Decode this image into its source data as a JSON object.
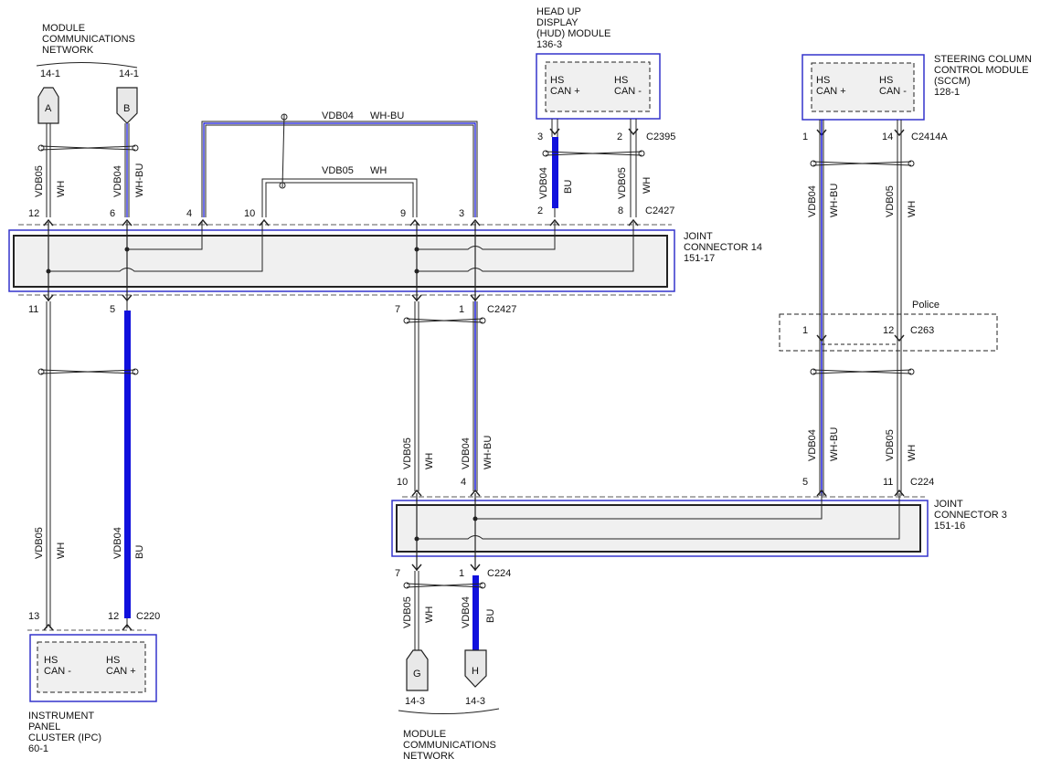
{
  "colors": {
    "blue": "#1010dd",
    "outline_blue": "#3333cc",
    "wire": "#222222",
    "connector_fill": "#f0f0f0"
  },
  "networks": {
    "top": {
      "title_lines": [
        "MODULE",
        "COMMUNICATIONS",
        "NETWORK"
      ],
      "left_ref": "14-1",
      "right_ref": "14-1",
      "connector_a": "A",
      "connector_b": "B"
    },
    "bottom": {
      "title_lines": [
        "MODULE",
        "COMMUNICATIONS",
        "NETWORK"
      ],
      "left_ref": "14-3",
      "right_ref": "14-3",
      "connector_g": "G",
      "connector_h": "H"
    }
  },
  "modules": {
    "hud": {
      "title_lines": [
        "HEAD UP",
        "DISPLAY",
        "(HUD) MODULE",
        "136-3"
      ],
      "pin_left": [
        "HS",
        "CAN +"
      ],
      "pin_right": [
        "HS",
        "CAN -"
      ]
    },
    "sccm": {
      "title_lines": [
        "STEERING COLUMN",
        "CONTROL MODULE",
        "(SCCM)",
        "128-1"
      ],
      "pin_left": [
        "HS",
        "CAN +"
      ],
      "pin_right": [
        "HS",
        "CAN -"
      ]
    },
    "ipc": {
      "title_lines": [
        "INSTRUMENT",
        "PANEL",
        "CLUSTER (IPC)",
        "60-1"
      ],
      "pin_left": [
        "HS",
        "CAN -"
      ],
      "pin_right": [
        "HS",
        "CAN +"
      ]
    }
  },
  "joint_connectors": {
    "jc14": {
      "title_lines": [
        "JOINT",
        "CONNECTOR 14",
        "151-17"
      ]
    },
    "jc3": {
      "title_lines": [
        "JOINT",
        "CONNECTOR 3",
        "151-16"
      ]
    }
  },
  "police_block": {
    "label": "Police",
    "pin_left": "1",
    "pin_right": "12",
    "connector": "C263"
  },
  "connectors": {
    "c2395": "C2395",
    "c2427_top": "C2427",
    "c2427_bottom": "C2427",
    "c2414a": "C2414A",
    "c224_top": "C224",
    "c224_bottom": "C224",
    "c220": "C220"
  },
  "pins": {
    "jc14_top": [
      "12",
      "6",
      "4",
      "10",
      "9",
      "3",
      "2",
      "8"
    ],
    "jc14_bottom": [
      "11",
      "5",
      "7",
      "1"
    ],
    "hud": [
      "3",
      "2"
    ],
    "sccm": [
      "1",
      "14"
    ],
    "jc3_top": [
      "10",
      "4",
      "5",
      "11"
    ],
    "jc3_bottom": [
      "7",
      "1"
    ],
    "ipc": [
      "13",
      "12"
    ]
  },
  "loop_wires": {
    "vdb04": {
      "circuit": "VDB04",
      "color": "WH-BU"
    },
    "vdb05": {
      "circuit": "VDB05",
      "color": "WH"
    }
  },
  "wire_labels": {
    "a_top": {
      "circuit": "VDB05",
      "color": "WH"
    },
    "b_top": {
      "circuit": "VDB04",
      "color": "WH-BU"
    },
    "hud_left": {
      "circuit": "VDB04",
      "color": "BU"
    },
    "hud_right": {
      "circuit": "VDB05",
      "color": "WH"
    },
    "sccm_left_top": {
      "circuit": "VDB04",
      "color": "WH-BU"
    },
    "sccm_right_top": {
      "circuit": "VDB05",
      "color": "WH"
    },
    "ipc_left": {
      "circuit": "VDB05",
      "color": "WH"
    },
    "ipc_right": {
      "circuit": "VDB04",
      "color": "BU"
    },
    "mid_left": {
      "circuit": "VDB05",
      "color": "WH"
    },
    "mid_right": {
      "circuit": "VDB04",
      "color": "WH-BU"
    },
    "sccm_left_bottom": {
      "circuit": "VDB04",
      "color": "WH-BU"
    },
    "sccm_right_bottom": {
      "circuit": "VDB05",
      "color": "WH"
    },
    "g_bottom": {
      "circuit": "VDB05",
      "color": "WH"
    },
    "h_bottom": {
      "circuit": "VDB04",
      "color": "BU"
    }
  }
}
